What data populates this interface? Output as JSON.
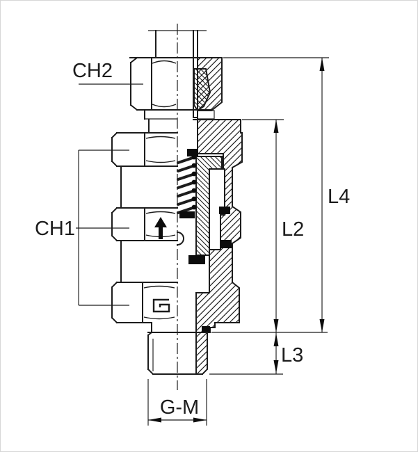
{
  "figure": {
    "type": "technical-drawing-cross-section",
    "labels": {
      "ch2": "CH2",
      "ch1": "CH1",
      "l4": "L4",
      "l2": "L2",
      "l3": "L3",
      "gm": "G-M"
    },
    "colors": {
      "line": "#1c1c1c",
      "background": "#ffffff",
      "seal_fill": "#0c0c0c"
    }
  }
}
